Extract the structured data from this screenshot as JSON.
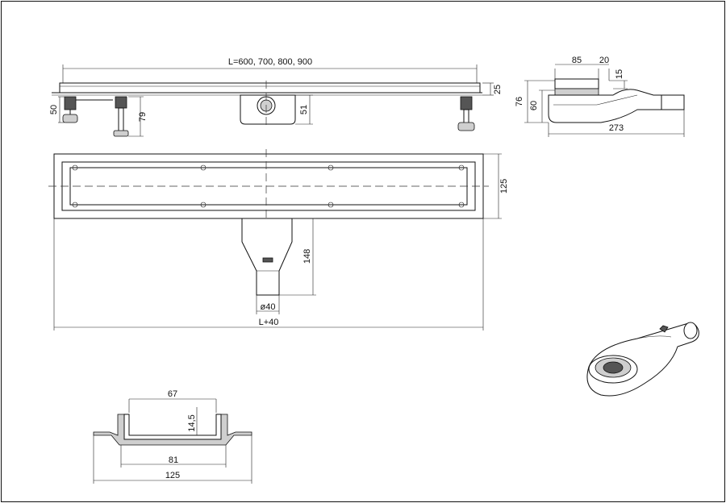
{
  "top_view": {
    "length_label": "L=600, 700, 800, 900",
    "height_25": "25",
    "leg_50": "50",
    "leg_79": "79",
    "outlet_51": "51"
  },
  "side_view": {
    "dim_85": "85",
    "dim_20": "20",
    "dim_15": "15",
    "dim_76": "76",
    "dim_60": "60",
    "dim_273": "273"
  },
  "plan_view": {
    "width_125": "125",
    "outlet_148": "148",
    "diameter_40": "ø40",
    "overall_length": "L+40"
  },
  "section_view": {
    "dim_67": "67",
    "dim_14_5": "14,5",
    "dim_81": "81",
    "dim_125": "125"
  }
}
